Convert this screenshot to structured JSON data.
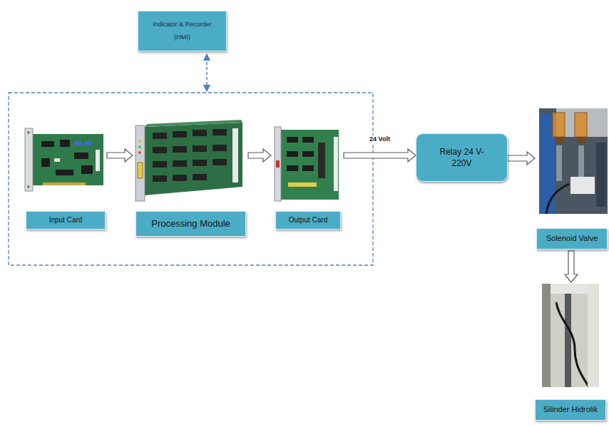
{
  "diagram": {
    "nodes": [
      {
        "text": [
          "Indicator & Recorder (HMI)"
        ]
      },
      {
        "text": [
          "Input Card"
        ]
      },
      {
        "text": [
          "Processing Module"
        ]
      },
      {
        "text": [
          "Output Card"
        ]
      },
      {
        "text": [
          "Relay 24 V-220V"
        ]
      },
      {
        "text": [
          "Solenoid Valve"
        ]
      },
      {
        "text": [
          "Silinder Hidrolik"
        ]
      }
    ],
    "edges": [
      {
        "from": 1,
        "to": 2,
        "arrow": "to"
      },
      {
        "from": 2,
        "to": 3,
        "arrow": "to"
      },
      {
        "from": 3,
        "to": 4,
        "arrow": "to",
        "label": "24 Volt"
      },
      {
        "from": 4,
        "to": 5,
        "arrow": "to"
      },
      {
        "from": 5,
        "to": 6,
        "arrow": "to"
      }
    ]
  }
}
